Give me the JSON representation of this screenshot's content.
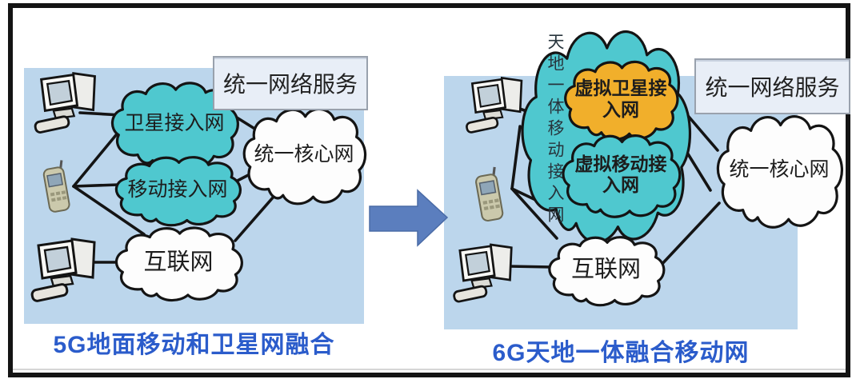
{
  "left_panel": {
    "caption": "5G地面移动和卫星网融合",
    "service_box_label": "统一网络服务",
    "clouds": {
      "satellite_access": "卫星接入网",
      "mobile_access": "移动接入网",
      "internet": "互联网",
      "unified_core": "统一核心网"
    }
  },
  "right_panel": {
    "caption": "6G天地一体融合移动网",
    "service_box_label": "统一网络服务",
    "integrated_cloud_label": "天地一体移动接入网",
    "clouds": {
      "virtual_satellite_line1": "虚拟卫星接",
      "virtual_satellite_line2": "入网",
      "virtual_mobile_line1": "虚拟移动接",
      "virtual_mobile_line2": "入网",
      "internet": "互联网",
      "unified_core": "统一核心网"
    }
  },
  "icons": {
    "desktop_computer": "desktop-computer-icon",
    "mobile_phone": "mobile-phone-icon",
    "transition_arrow": "arrow-right-icon"
  },
  "colors": {
    "panel_background": "#BCD6EC",
    "access_cloud_teal": "#4FC8CF",
    "virtual_satellite_orange": "#F1AF2B",
    "white_cloud": "#FDFDFD",
    "service_box_fill": "#E8EEF7",
    "caption_blue": "#2B5CCB",
    "arrow_blue": "#5B7EBE",
    "outline_black": "#141414"
  }
}
